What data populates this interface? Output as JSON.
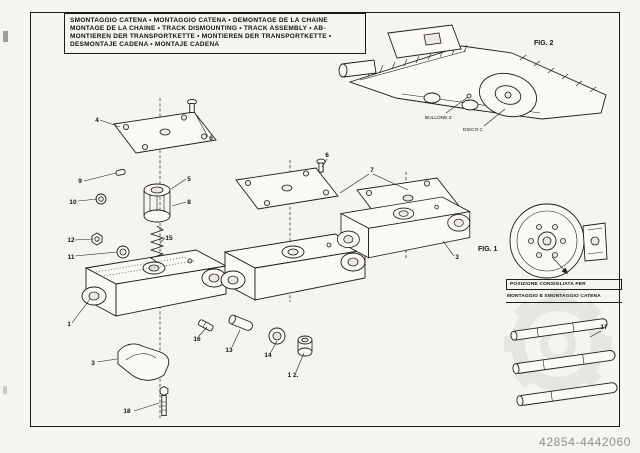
{
  "page": {
    "watermark_number": "42854-4442060"
  },
  "title_block": {
    "lines": [
      "SMONTAGGIO CATENA • MONTAGGIO CATENA • DEMONTAGE DE LA CHAINE",
      "MONTAGE DE LA CHAINE • TRACK DISMOUNTING • TRACK ASSEMBLY • AB-",
      "MONTIEREN DER TRANSPORTKETTE • MONTIEREN DER TRANSPORTKETTE •",
      "DESMONTAJE CADENA • MONTAJE CADENA"
    ]
  },
  "fig2": {
    "label": "FIG. 2",
    "callouts": {
      "bullone": "BULLONE Z",
      "disco": "DISCO C"
    }
  },
  "fig1": {
    "label": "FIG. 1",
    "note_line1": "POSIZIONE CONSIGLIATA PER",
    "note_line2": "MONTAGGIO E SMONTAGGIO CATENA"
  },
  "exploded_callouts": {
    "c4": "4",
    "c6a": "6",
    "c9": "9",
    "c10": "10",
    "c5": "5",
    "c8": "8",
    "c12": "12",
    "c11": "11",
    "c15": "15",
    "c1": "1",
    "c3a": "3",
    "c16": "16",
    "c13": "13",
    "c14": "14",
    "c2": "1 2.",
    "c18": "18",
    "c6b": "6",
    "c7": "7",
    "c3b": "3",
    "c17": "17"
  }
}
